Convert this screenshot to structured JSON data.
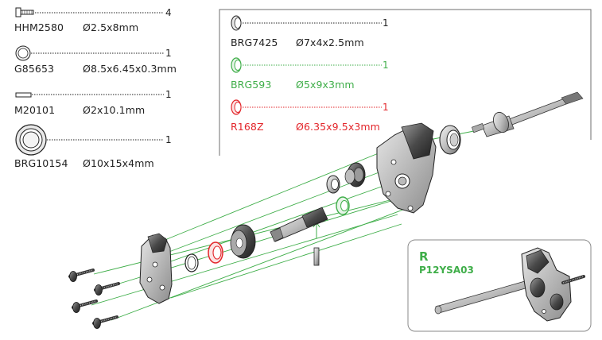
{
  "colors": {
    "ink": "#222222",
    "green": "#3fae49",
    "red": "#e3262b",
    "frame": "#6d6d6d"
  },
  "parts_left": [
    {
      "code": "HHM2580",
      "size": "Ø2.5x8mm",
      "qty": "4"
    },
    {
      "code": "G85653",
      "size": "Ø8.5x6.45x0.3mm",
      "qty": "1"
    },
    {
      "code": "M20101",
      "size": "Ø2x10.1mm",
      "qty": "1"
    },
    {
      "code": "BRG10154",
      "size": "Ø10x15x4mm",
      "qty": "1"
    }
  ],
  "parts_right": [
    {
      "code": "BRG7425",
      "size": "Ø7x4x2.5mm",
      "qty": "1",
      "color": "ink"
    },
    {
      "code": "BRG593",
      "size": "Ø5x9x3mm",
      "qty": "1",
      "color": "green"
    },
    {
      "code": "R168Z",
      "size": "Ø6.35x9.5x3mm",
      "qty": "1",
      "color": "red"
    }
  ],
  "inset": {
    "side": "R",
    "part_number": "P12YSA03"
  }
}
